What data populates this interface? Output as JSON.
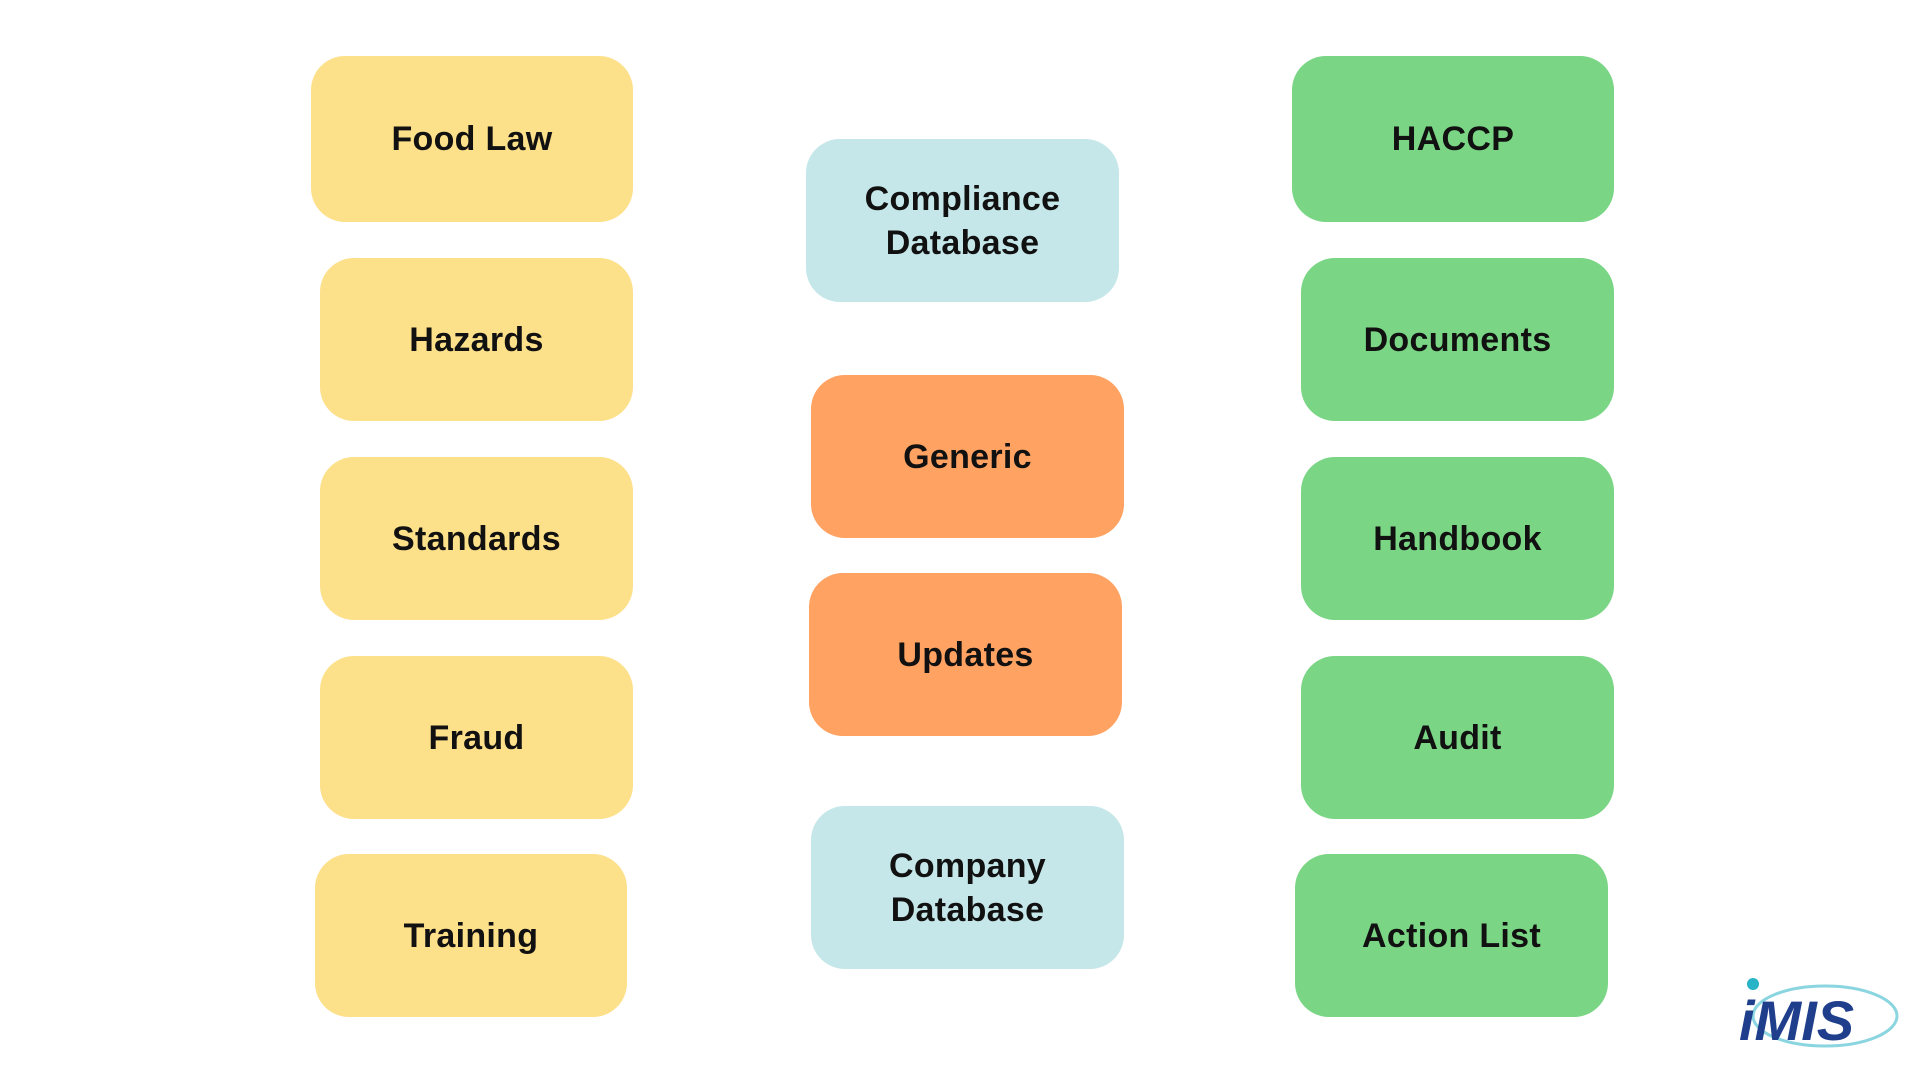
{
  "left_column": {
    "items": [
      "Food Law",
      "Hazards",
      "Standards",
      "Fraud",
      "Training"
    ]
  },
  "middle_column": {
    "items": [
      "Compliance Database",
      "Generic",
      "Updates",
      "Company Database"
    ]
  },
  "right_column": {
    "items": [
      "HACCP",
      "Documents",
      "Handbook",
      "Audit",
      "Action List"
    ]
  },
  "logo": {
    "text": "iMIS",
    "color_primary": "#1f3f8c",
    "color_accent": "#29b3c7"
  },
  "colors": {
    "left_tiles": "#fde08a",
    "middle_database_tiles": "#c5e7e9",
    "middle_action_tiles": "#ffa262",
    "right_tiles": "#7ad584"
  }
}
